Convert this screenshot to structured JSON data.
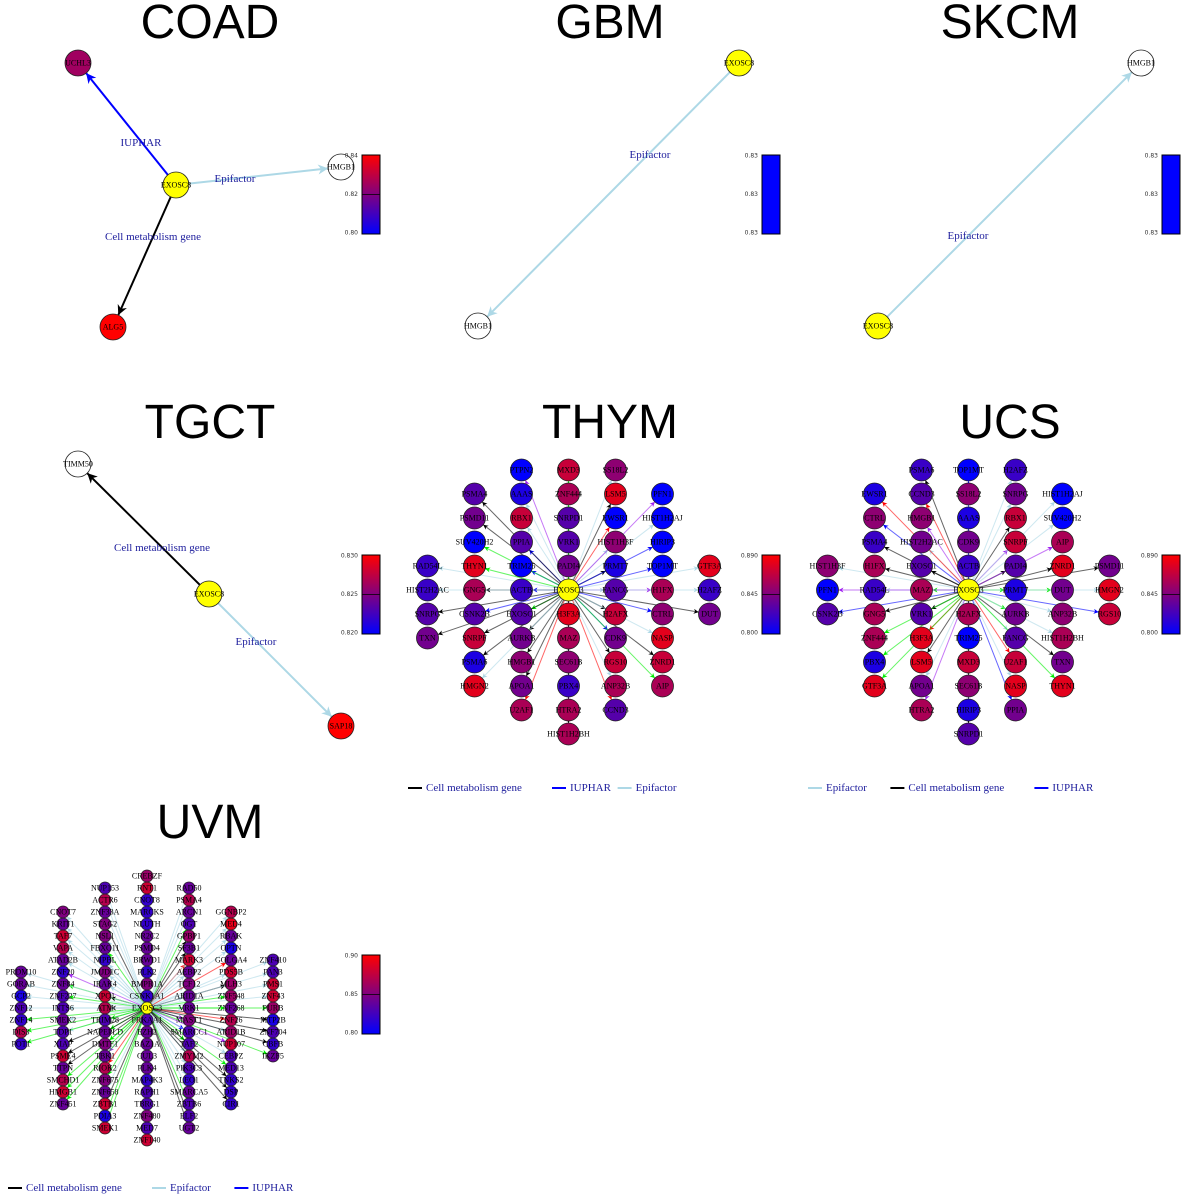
{
  "edge_types": {
    "k": {
      "label": "Cell metabolism gene",
      "color": "#000000"
    },
    "lb": {
      "label": "Epifactor",
      "color": "#add8e6"
    },
    "b": {
      "label": "IUPHAR",
      "color": "#0000ff"
    },
    "g": {
      "label": "",
      "color": "#00ee00"
    },
    "p": {
      "label": "",
      "color": "#a020f0"
    },
    "r": {
      "label": "",
      "color": "#ff0000"
    }
  },
  "colors": {
    "center": "#ffff00",
    "missing": "#ffffff",
    "low": "#0000ff",
    "mid": "#800080",
    "high": "#ff0000"
  },
  "panels": [
    {
      "title": "COAD",
      "center": "EXOSC8",
      "range": [
        0.8,
        0.84
      ],
      "ticks": [
        "0.84",
        "0.82",
        "0.80"
      ],
      "nodes": [
        [
          "UCHL3",
          0.825,
          "b"
        ],
        [
          "HMGB1",
          null,
          "lb"
        ],
        [
          "ALG5",
          0.84,
          "k"
        ]
      ]
    },
    {
      "title": "GBM",
      "center": "EXOSC8",
      "range": [
        0.83,
        0.83
      ],
      "ticks": [
        "0.83",
        "0.83",
        "0.83"
      ],
      "nodes": [
        [
          "HMGB1",
          null,
          "lb"
        ]
      ]
    },
    {
      "title": "SKCM",
      "center": "EXOSC8",
      "range": [
        0.83,
        0.83
      ],
      "ticks": [
        "0.83",
        "0.83",
        "0.83"
      ],
      "nodes": [
        [
          "HMGB1",
          null,
          "lb"
        ]
      ]
    },
    {
      "title": "TGCT",
      "center": "EXOSC8",
      "range": [
        0.82,
        0.83
      ],
      "ticks": [
        "0.830",
        "0.825",
        "0.820"
      ],
      "nodes": [
        [
          "TIMM50",
          null,
          "k"
        ],
        [
          "SAP18",
          0.83,
          "lb"
        ]
      ]
    },
    {
      "title": "THYM",
      "center": "EXOSC3",
      "range": [
        0.8,
        0.89
      ],
      "ticks": [
        "0.890",
        "0.845",
        "0.800"
      ],
      "nodes": [
        [
          "H3F3A",
          0.88,
          "r"
        ],
        [
          "PADI4",
          0.84,
          "k"
        ],
        [
          "ACTB",
          0.82,
          "b"
        ],
        [
          "FANCG",
          0.83,
          "lb"
        ],
        [
          "MAZ",
          0.86,
          "r"
        ],
        [
          "VRK1",
          0.83,
          "p"
        ],
        [
          "EXOSC1",
          0.83,
          "g"
        ],
        [
          "H2AFX",
          0.87,
          "k"
        ],
        [
          "TRIM25",
          0.8,
          "b"
        ],
        [
          "PRMT7",
          0.81,
          "k"
        ],
        [
          "AURKB",
          0.84,
          "k"
        ],
        [
          "CDK9",
          0.84,
          "b"
        ],
        [
          "PPIA",
          0.83,
          "b"
        ],
        [
          "HIST1H3F",
          0.85,
          "lb"
        ],
        [
          "SEC61B",
          0.85,
          "k"
        ],
        [
          "SNRPD1",
          0.83,
          "k"
        ],
        [
          "HMGB1",
          0.85,
          "k"
        ],
        [
          "RGS10",
          0.87,
          "k"
        ],
        [
          "RBX1",
          0.87,
          "lb"
        ],
        [
          "EWSR1",
          0.8,
          "r"
        ],
        [
          "GNG5",
          0.86,
          "k"
        ],
        [
          "H1FX",
          0.86,
          "p"
        ],
        [
          "PBX4",
          0.82,
          "g"
        ],
        [
          "ZNF444",
          0.86,
          "g"
        ],
        [
          "CSNK2B",
          0.83,
          "b"
        ],
        [
          "CTRL",
          0.85,
          "b"
        ],
        [
          "THYN1",
          0.88,
          "g"
        ],
        [
          "TOP1MT",
          0.8,
          "b"
        ],
        [
          "SNRPF",
          0.87,
          "k"
        ],
        [
          "NASP",
          0.88,
          "lb"
        ],
        [
          "SUV420H2",
          0.8,
          "g"
        ],
        [
          "HIRIP3",
          0.8,
          "b"
        ],
        [
          "APOA1",
          0.84,
          "k"
        ],
        [
          "ANP32B",
          0.86,
          "lb"
        ],
        [
          "AAAS",
          0.81,
          "lb"
        ],
        [
          "LSM5",
          0.88,
          "k"
        ],
        [
          "PSMA6",
          0.81,
          "k"
        ],
        [
          "ZNRD1",
          0.87,
          "k"
        ],
        [
          "PSMD11",
          0.84,
          "k"
        ],
        [
          "HIST1H2AJ",
          0.8,
          "lb"
        ],
        [
          "HTRA2",
          0.86,
          "p"
        ],
        [
          "MXD3",
          0.87,
          "g"
        ],
        [
          "U2AF1",
          0.86,
          "r"
        ],
        [
          "CCND3",
          0.83,
          "r"
        ],
        [
          "PTPN2",
          0.8,
          "p"
        ],
        [
          "SS18L2",
          0.85,
          "lb"
        ],
        [
          "HMGN2",
          0.88,
          "lb"
        ],
        [
          "AIP",
          0.86,
          "g"
        ],
        [
          "PSMA4",
          0.83,
          "k"
        ],
        [
          "PFN1",
          0.8,
          "p"
        ],
        [
          "HIST2H2AC",
          0.82,
          "lb"
        ],
        [
          "H2AFZ",
          0.82,
          "lb"
        ],
        [
          "SNRPG",
          0.83,
          "k"
        ],
        [
          "DUT",
          0.84,
          "k"
        ],
        [
          "RAD54L",
          0.82,
          "lb"
        ],
        [
          "GTF3A",
          0.88,
          "lb"
        ],
        [
          "HIST1H2BH",
          0.86,
          "k"
        ],
        [
          "TXN",
          0.84,
          "k"
        ]
      ]
    },
    {
      "title": "UCS",
      "center": "EXOSC3",
      "range": [
        0.8,
        0.89
      ],
      "ticks": [
        "0.890",
        "0.845",
        "0.800"
      ],
      "nodes": [
        [
          "H2AFX",
          0.86,
          "lb"
        ],
        [
          "ACTB",
          0.82,
          "k"
        ],
        [
          "MAZ",
          0.86,
          "g"
        ],
        [
          "PRMT7",
          0.81,
          "g"
        ],
        [
          "TRIM25",
          0.8,
          "b"
        ],
        [
          "CDK9",
          0.84,
          "lb"
        ],
        [
          "VRK1",
          0.83,
          "k"
        ],
        [
          "AURKB",
          0.84,
          "g"
        ],
        [
          "EXOSC1",
          0.83,
          "k"
        ],
        [
          "PADI4",
          0.83,
          "k"
        ],
        [
          "H3F3A",
          0.88,
          "r"
        ],
        [
          "FANCG",
          0.83,
          "lb"
        ],
        [
          "HIST2H2AC",
          0.84,
          "lb"
        ],
        [
          "SNRPF",
          0.87,
          "p"
        ],
        [
          "MXD3",
          0.87,
          "g"
        ],
        [
          "AAAS",
          0.81,
          "k"
        ],
        [
          "LSM5",
          0.88,
          "k"
        ],
        [
          "U2AF1",
          0.87,
          "r"
        ],
        [
          "HMGB1",
          0.85,
          "p"
        ],
        [
          "RBX1",
          0.87,
          "k"
        ],
        [
          "RAD54L",
          0.82,
          "lb"
        ],
        [
          "DUT",
          0.84,
          "g"
        ],
        [
          "SEC61B",
          0.85,
          "k"
        ],
        [
          "SS18L2",
          0.85,
          "lb"
        ],
        [
          "GNG5",
          0.86,
          "k"
        ],
        [
          "ANP32B",
          0.85,
          "lb"
        ],
        [
          "H1FX",
          0.86,
          "k"
        ],
        [
          "ZNRD1",
          0.88,
          "k"
        ],
        [
          "ZNF444",
          0.86,
          "g"
        ],
        [
          "HIST1H2BH",
          0.86,
          "lb"
        ],
        [
          "PSMA4",
          0.82,
          "k"
        ],
        [
          "AIP",
          0.86,
          "p"
        ],
        [
          "APOA1",
          0.84,
          "lb"
        ],
        [
          "NASP",
          0.88,
          "lb"
        ],
        [
          "CCND3",
          0.83,
          "r"
        ],
        [
          "SNRPG",
          0.84,
          "lb"
        ],
        [
          "PBX4",
          0.81,
          "g"
        ],
        [
          "TXN",
          0.84,
          "k"
        ],
        [
          "CTRL",
          0.85,
          "b"
        ],
        [
          "SUV420H2",
          0.8,
          "lb"
        ],
        [
          "HIRIP3",
          0.81,
          "lb"
        ],
        [
          "TOP1MT",
          0.8,
          "b"
        ],
        [
          "HTRA2",
          0.86,
          "p"
        ],
        [
          "PPIA",
          0.84,
          "b"
        ],
        [
          "PSMA6",
          0.82,
          "k"
        ],
        [
          "H2AFZ",
          0.82,
          "lb"
        ],
        [
          "GTF3A",
          0.88,
          "g"
        ],
        [
          "THYN1",
          0.88,
          "g"
        ],
        [
          "EWSR1",
          0.81,
          "r"
        ],
        [
          "HIST1H2AJ",
          0.8,
          "lb"
        ],
        [
          "PFN1",
          0.8,
          "p"
        ],
        [
          "HMGN2",
          0.88,
          "lb"
        ],
        [
          "CSNK2B",
          0.83,
          "b"
        ],
        [
          "RGS10",
          0.87,
          "b"
        ],
        [
          "HIST1H3F",
          0.85,
          "lb"
        ],
        [
          "PSMD11",
          0.84,
          "k"
        ],
        [
          "SNRPD1",
          0.83,
          "k"
        ]
      ]
    },
    {
      "title": "UVM",
      "center": "EXOSC3",
      "range": [
        0.8,
        0.9
      ],
      "ticks": [
        "0.90",
        "0.85",
        "0.80"
      ],
      "nodes": [
        [
          "PRKAA1",
          0.83,
          "k"
        ],
        [
          "CSNK1A1",
          0.82,
          "lb"
        ],
        [
          "EZH2",
          0.84,
          "g"
        ],
        [
          "BMPR1A",
          0.85,
          "lb"
        ],
        [
          "BAZ1A",
          0.84,
          "k"
        ],
        [
          "PLK2",
          0.82,
          "g"
        ],
        [
          "VRK1",
          0.84,
          "lb"
        ],
        [
          "ATM",
          0.87,
          "k"
        ],
        [
          "MAST1",
          0.85,
          "p"
        ],
        [
          "ARID1A",
          0.84,
          "lb"
        ],
        [
          "TRIM28",
          0.83,
          "g"
        ],
        [
          "XPO1",
          0.88,
          "k"
        ],
        [
          "CUL3",
          0.84,
          "lb"
        ],
        [
          "BRWD1",
          0.84,
          "g"
        ],
        [
          "SMARCC1",
          0.83,
          "b"
        ],
        [
          "TCF12",
          0.85,
          "lb"
        ],
        [
          "NAPEPLD",
          0.84,
          "g"
        ],
        [
          "IRAK4",
          0.84,
          "lb"
        ],
        [
          "TAF2",
          0.83,
          "g"
        ],
        [
          "AEBP2",
          0.84,
          "lb"
        ],
        [
          "DMTF1",
          0.85,
          "g"
        ],
        [
          "JMJD1C",
          0.85,
          "lb"
        ],
        [
          "PLK4",
          0.84,
          "k"
        ],
        [
          "PSMD4",
          0.84,
          "g"
        ],
        [
          "ZMYM2",
          0.87,
          "lb"
        ],
        [
          "MARK3",
          0.88,
          "r"
        ],
        [
          "TBK1",
          0.84,
          "p"
        ],
        [
          "NIPBL",
          0.82,
          "lb"
        ],
        [
          "MAP4K3",
          0.82,
          "k"
        ],
        [
          "NR2C2",
          0.84,
          "p"
        ],
        [
          "PIK3C3",
          0.83,
          "lb"
        ],
        [
          "SF3B1",
          0.84,
          "k"
        ],
        [
          "RIOK2",
          0.87,
          "r"
        ],
        [
          "FBXO11",
          0.84,
          "g"
        ],
        [
          "LEO1",
          0.82,
          "lb"
        ],
        [
          "GPBP1",
          0.86,
          "k"
        ],
        [
          "ZNF675",
          0.85,
          "g"
        ],
        [
          "NSL1",
          0.85,
          "lb"
        ],
        [
          "ZNF268",
          0.84,
          "g"
        ],
        [
          "RAPH1",
          0.83,
          "lb"
        ],
        [
          "NLUTH",
          0.82,
          "g"
        ],
        [
          "INTS6",
          0.83,
          "lb"
        ],
        [
          "ZNF26",
          0.87,
          "r"
        ],
        [
          "ZNF548",
          0.86,
          "g"
        ],
        [
          "SMEK2",
          0.84,
          "lb"
        ],
        [
          "ZNF227",
          0.83,
          "g"
        ],
        [
          "ARID1B",
          0.86,
          "lb"
        ],
        [
          "MLH3",
          0.86,
          "k"
        ],
        [
          "TDP1",
          0.83,
          "lb"
        ],
        [
          "ZNF84",
          0.84,
          "g"
        ],
        [
          "NUP107",
          0.88,
          "p"
        ],
        [
          "PDS5B",
          0.88,
          "lb"
        ],
        [
          "XIAP",
          0.83,
          "k"
        ],
        [
          "ZNF20",
          0.82,
          "p"
        ],
        [
          "SMARCA5",
          0.84,
          "lb"
        ],
        [
          "OGT",
          0.83,
          "g"
        ],
        [
          "ZNF658",
          0.84,
          "lb"
        ],
        [
          "STAG2",
          0.85,
          "k"
        ],
        [
          "TBRG1",
          0.83,
          "lb"
        ],
        [
          "MARCKS",
          0.82,
          "g"
        ],
        [
          "CEBPZ",
          0.83,
          "lb"
        ],
        [
          "GOLGA4",
          0.84,
          "r"
        ],
        [
          "PSME4",
          0.88,
          "k"
        ],
        [
          "ATAD2B",
          0.84,
          "lb"
        ],
        [
          "MED13",
          0.83,
          "g"
        ],
        [
          "OPTN",
          0.81,
          "lb"
        ],
        [
          "TTPN",
          0.84,
          "k"
        ],
        [
          "VAPA",
          0.87,
          "lb"
        ],
        [
          "ZBTB6",
          0.83,
          "g"
        ],
        [
          "ARCN1",
          0.84,
          "lb"
        ],
        [
          "ZBTB1",
          0.88,
          "k"
        ],
        [
          "ZNF33A",
          0.84,
          "lb"
        ],
        [
          "ZNF480",
          0.85,
          "g"
        ],
        [
          "CNOT8",
          0.82,
          "lb"
        ],
        [
          "TNKS2",
          0.82,
          "k"
        ],
        [
          "RBAK",
          0.84,
          "lb"
        ],
        [
          "SMCHD1",
          0.87,
          "g"
        ],
        [
          "TAF7",
          0.88,
          "lb"
        ],
        [
          "ELF2",
          0.83,
          "k"
        ],
        [
          "PSMA4",
          0.87,
          "lb"
        ],
        [
          "PDIA3",
          0.81,
          "g"
        ],
        [
          "ACTR6",
          0.87,
          "lb"
        ],
        [
          "DSP",
          0.82,
          "k"
        ],
        [
          "MED4",
          0.89,
          "lb"
        ],
        [
          "HMGB1",
          0.88,
          "g"
        ],
        [
          "KRIT1",
          0.84,
          "lb"
        ],
        [
          "MED7",
          0.83,
          "k"
        ],
        [
          "RNT1",
          0.88,
          "lb"
        ],
        [
          "PURB",
          0.86,
          "g"
        ],
        [
          "ZNF12",
          0.83,
          "lb"
        ],
        [
          "MTP2B",
          0.81,
          "k"
        ],
        [
          "ZNF43",
          0.88,
          "lb"
        ],
        [
          "ZNF14",
          0.82,
          "g"
        ],
        [
          "GCP2",
          0.81,
          "lb"
        ],
        [
          "UGT2",
          0.84,
          "k"
        ],
        [
          "RAD50",
          0.84,
          "lb"
        ],
        [
          "SMEK1",
          0.88,
          "g"
        ],
        [
          "NUP153",
          0.83,
          "lb"
        ],
        [
          "CIR1",
          0.82,
          "k"
        ],
        [
          "GGNBP2",
          0.87,
          "lb"
        ],
        [
          "ZNF451",
          0.84,
          "g"
        ],
        [
          "CNOT7",
          0.85,
          "lb"
        ],
        [
          "ZNF704",
          0.83,
          "k"
        ],
        [
          "PMS1",
          0.88,
          "lb"
        ],
        [
          "DIS3",
          0.87,
          "g"
        ],
        [
          "GORAB",
          0.84,
          "lb"
        ],
        [
          "CBFB",
          0.82,
          "k"
        ],
        [
          "PAN3",
          0.83,
          "lb"
        ],
        [
          "POT1",
          0.82,
          "g"
        ],
        [
          "PRDM10",
          0.84,
          "lb"
        ],
        [
          "ZNF140",
          0.88,
          "k"
        ],
        [
          "CREBZF",
          0.86,
          "lb"
        ],
        [
          "IKZF5",
          0.84,
          "g"
        ],
        [
          "ZNF410",
          0.83,
          "lb"
        ]
      ]
    }
  ]
}
